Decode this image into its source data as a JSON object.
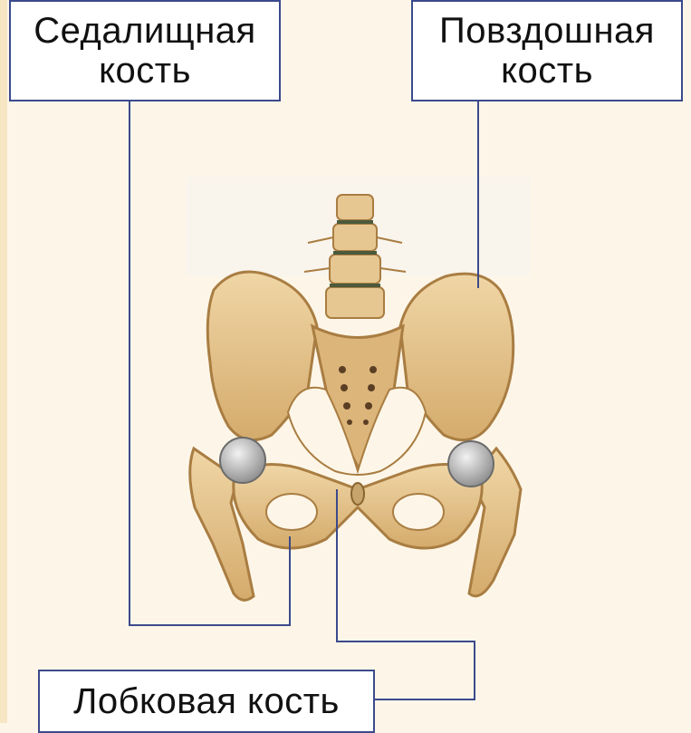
{
  "labels": {
    "ischium": {
      "line1": "Седалищная",
      "line2": "кость"
    },
    "ilium": {
      "line1": "Повздошная",
      "line2": "кость"
    },
    "pubis": {
      "text": "Лобковая кость"
    }
  },
  "colors": {
    "leader_line": "#3b4a8c",
    "bone": "#e2c08a",
    "bone_shadow": "#b98d4f",
    "background": "#fdf6e8"
  }
}
